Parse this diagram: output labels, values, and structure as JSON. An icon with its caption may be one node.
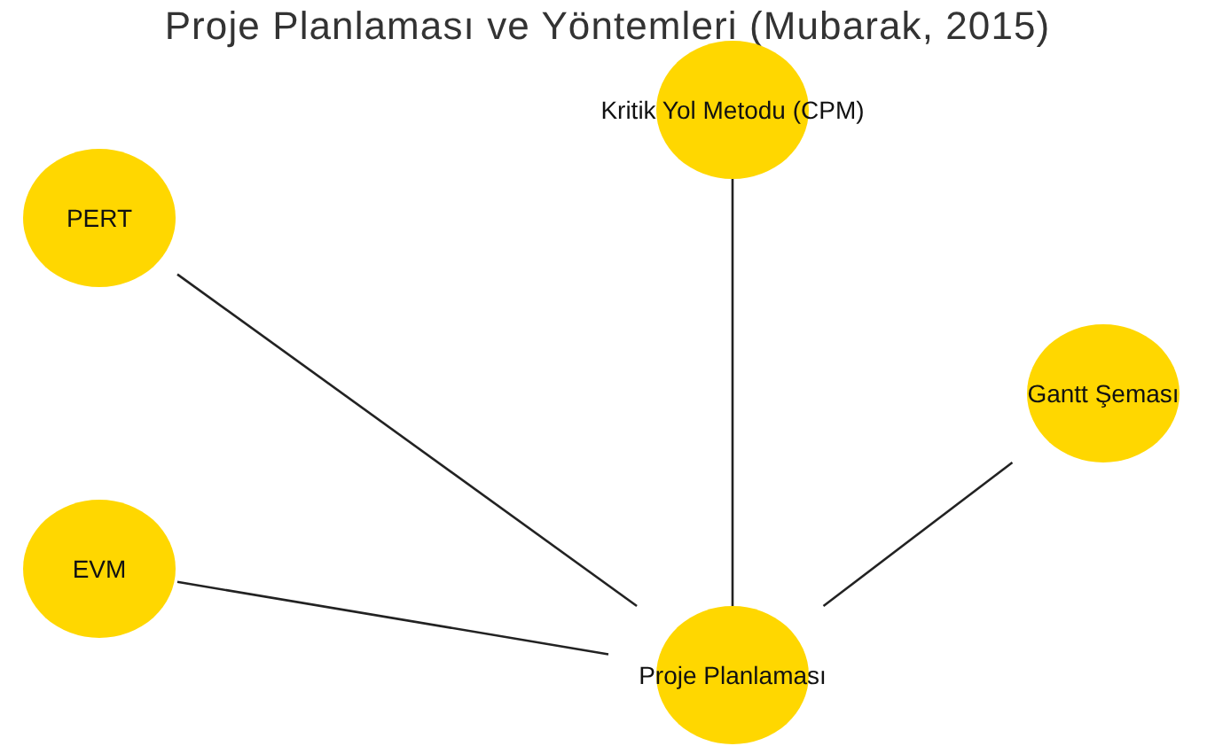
{
  "diagram": {
    "title": "Proje Planlaması ve Yöntemleri (Mubarak, 2015)",
    "nodes": [
      {
        "text": [
          "Kritik Yol Metodu (CPM)"
        ]
      },
      {
        "text": [
          "PERT"
        ]
      },
      {
        "text": [
          "Gantt Şeması"
        ]
      },
      {
        "text": [
          "EVM"
        ]
      },
      {
        "text": [
          "Proje Planlaması"
        ]
      }
    ],
    "edges": [
      {
        "from": 4,
        "to": 0,
        "arrow": "none"
      },
      {
        "from": 4,
        "to": 1,
        "arrow": "none"
      },
      {
        "from": 4,
        "to": 2,
        "arrow": "none"
      },
      {
        "from": 4,
        "to": 3,
        "arrow": "none"
      }
    ]
  }
}
